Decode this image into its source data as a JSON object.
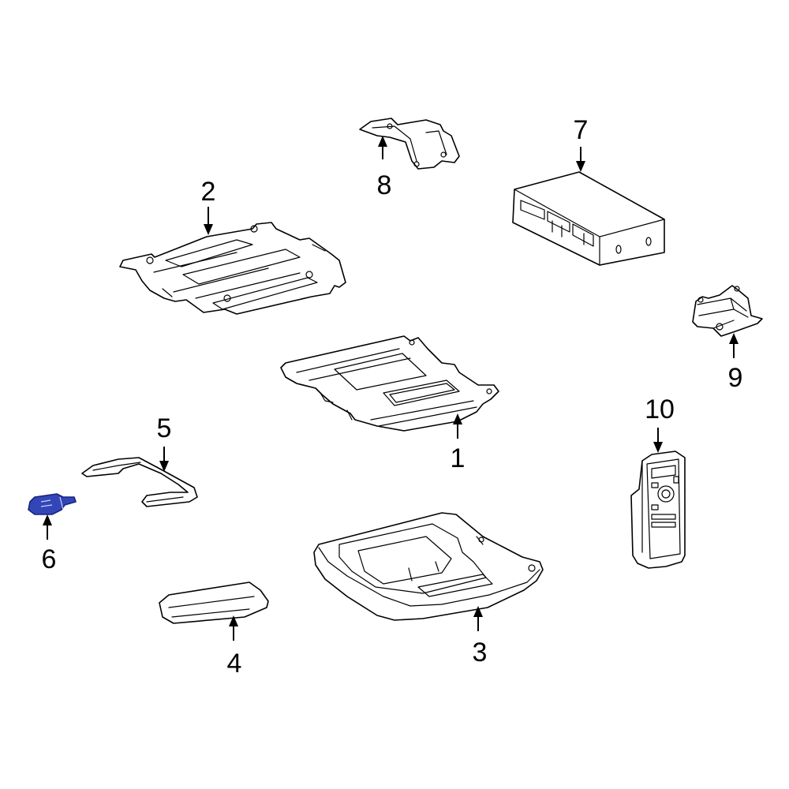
{
  "callouts": {
    "c1": "1",
    "c2": "2",
    "c3": "3",
    "c4": "4",
    "c5": "5",
    "c6": "6",
    "c7": "7",
    "c8": "8",
    "c9": "9",
    "c10": "10"
  },
  "colors": {
    "line": "#000000",
    "background": "#ffffff",
    "highlight_fill": "#3346b8",
    "highlight_stroke": "#1a237e"
  },
  "highlighted_part": "6"
}
